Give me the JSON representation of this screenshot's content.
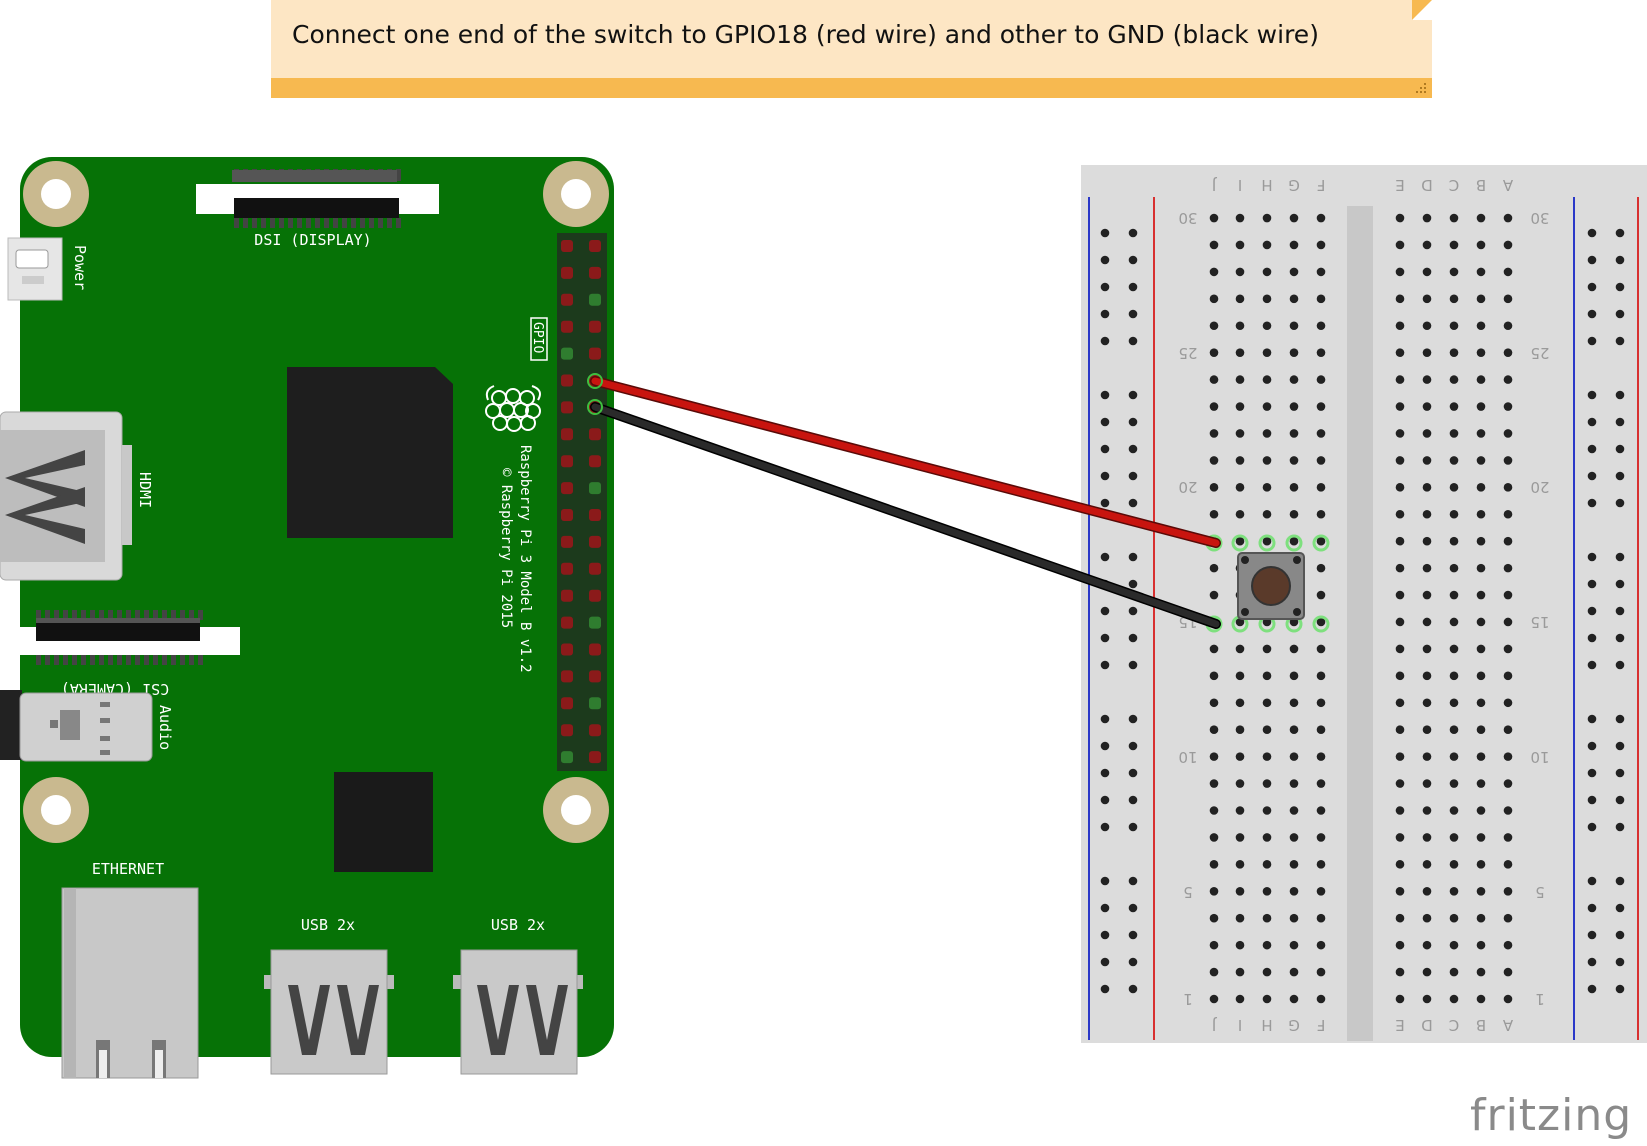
{
  "note": {
    "text": "Connect one end of the switch to GPIO18 (red wire) and other to GND (black wire)"
  },
  "pi": {
    "labels": {
      "dsi": "DSI (DISPLAY)",
      "power": "Power",
      "gpio": "GPIO",
      "hdmi": "HDMI",
      "csi": "CSI (CAMERA)",
      "audio": "Audio",
      "ethernet": "ETHERNET",
      "usb_left": "USB 2x",
      "usb_right": "USB 2x",
      "model": "Raspberry Pi 3 Model B v1.2",
      "copyright": "© Raspberry Pi 2015"
    },
    "colors": {
      "board": "#067206",
      "pin_red": "#8b1a1a",
      "pin_green": "#2f7d2f"
    }
  },
  "breadboard": {
    "left_columns": [
      "J",
      "I",
      "H",
      "G",
      "F"
    ],
    "right_columns": [
      "E",
      "D",
      "C",
      "B",
      "A"
    ],
    "row_numbers": [
      "30",
      "25",
      "20",
      "15",
      "10",
      "5",
      "1"
    ]
  },
  "wires": [
    {
      "name": "red wire",
      "color": "#c8140f",
      "from": "GPIO18",
      "to": "switch"
    },
    {
      "name": "black wire",
      "color": "#222222",
      "from": "GND",
      "to": "switch"
    }
  ],
  "logo": {
    "text": "fritzing"
  }
}
